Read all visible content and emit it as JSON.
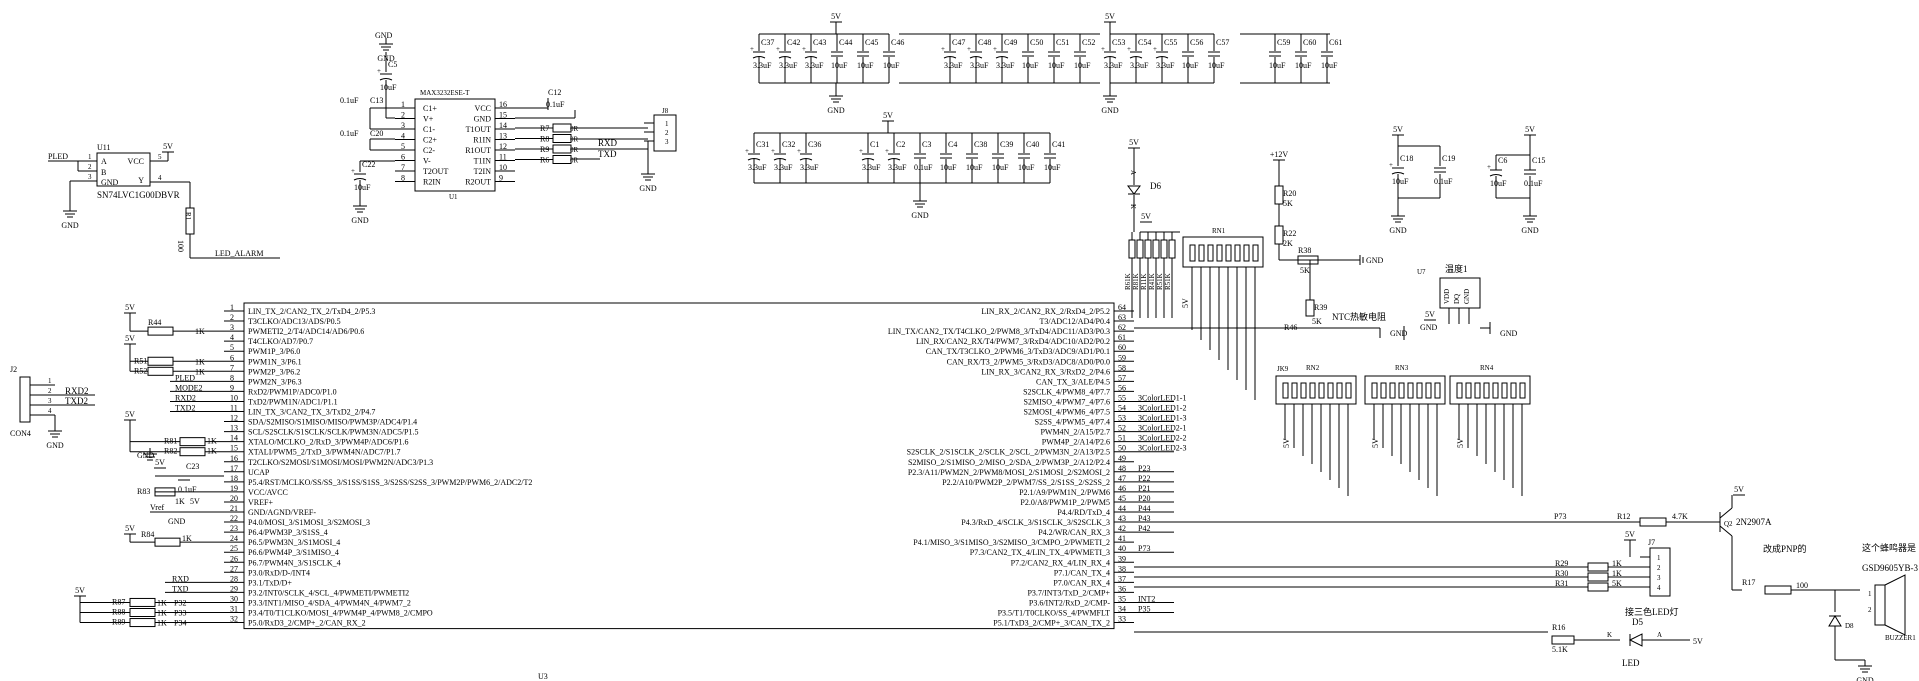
{
  "mcu": {
    "ref": "U3",
    "left_pins": [
      {
        "n": "1",
        "label": "LIN_TX_2/CAN2_TX_2/TxD4_2/P5.3"
      },
      {
        "n": "2",
        "label": "T3CLKO/ADC13/ADS/P0.5"
      },
      {
        "n": "3",
        "label": "PWMETI2_2/T4/ADC14/AD6/P0.6"
      },
      {
        "n": "4",
        "label": "T4CLKO/AD7/P0.7"
      },
      {
        "n": "5",
        "label": "PWM1P_3/P6.0"
      },
      {
        "n": "6",
        "label": "PWM1N_3/P6.1"
      },
      {
        "n": "7",
        "label": "PWM2P_3/P6.2"
      },
      {
        "n": "8",
        "label": "PWM2N_3/P6.3"
      },
      {
        "n": "9",
        "label": "RxD2/PWM1P/ADC0/P1.0"
      },
      {
        "n": "10",
        "label": "TxD2/PWM1N/ADC1/P1.1"
      },
      {
        "n": "11",
        "label": "LIN_TX_3/CAN2_TX_3/TxD2_2/P4.7"
      },
      {
        "n": "12",
        "label": "SDA/S2MISO/S1MISO/MISO/PWM3P/ADC4/P1.4"
      },
      {
        "n": "13",
        "label": "SCL/S2SCLK/S1SCLK/SCLK/PWM3N/ADC5/P1.5"
      },
      {
        "n": "14",
        "label": "XTALO/MCLKO_2/RxD_3/PWM4P/ADC6/P1.6"
      },
      {
        "n": "15",
        "label": "XTALI/PWM5_2/TxD_3/PWM4N/ADC7/P1.7"
      },
      {
        "n": "16",
        "label": "T2CLKO/S2MOSI/S1MOSI/MOSI/PWM2N/ADC3/P1.3"
      },
      {
        "n": "17",
        "label": "UCAP"
      },
      {
        "n": "18",
        "label": "P5.4/RST/MCLKO/SS/SS_3/S1SS/S1SS_3/S2SS/S2SS_3/PWM2P/PWM6_2/ADC2/T2"
      },
      {
        "n": "19",
        "label": "VCC/AVCC"
      },
      {
        "n": "20",
        "label": "VREF+"
      },
      {
        "n": "21",
        "label": "GND/AGND/VREF-"
      },
      {
        "n": "22",
        "label": "P4.0/MOSI_3/S1MOSI_3/S2MOSI_3"
      },
      {
        "n": "23",
        "label": "P6.4/PWM3P_3/S1SS_4"
      },
      {
        "n": "24",
        "label": "P6.5/PWM3N_3/S1MOSI_4"
      },
      {
        "n": "25",
        "label": "P6.6/PWM4P_3/S1MISO_4"
      },
      {
        "n": "26",
        "label": "P6.7/PWM4N_3/S1SCLK_4"
      },
      {
        "n": "27",
        "label": "P3.0/RxD/D-/INT4"
      },
      {
        "n": "28",
        "label": "P3.1/TxD/D+"
      },
      {
        "n": "29",
        "label": "P3.2/INT0/SCLK_4/SCL_4/PWMETI/PWMETI2"
      },
      {
        "n": "30",
        "label": "P3.3/INT1/MISO_4/SDA_4/PWM4N_4/PWM7_2"
      },
      {
        "n": "31",
        "label": "P3.4/T0/T1CLKO/MOSI_4/PWM4P_4/PWM8_2/CMPO"
      },
      {
        "n": "32",
        "label": "P5.0/RxD3_2/CMP+_2/CAN_RX_2"
      }
    ],
    "right_pins": [
      {
        "n": "64",
        "label": "LIN_RX_2/CAN2_RX_2/RxD4_2/P5.2"
      },
      {
        "n": "63",
        "label": "T3/ADC12/AD4/P0.4"
      },
      {
        "n": "62",
        "label": "LIN_TX/CAN2_TX/T4CLKO_2/PWM8_3/TxD4/ADC11/AD3/P0.3"
      },
      {
        "n": "61",
        "label": "LIN_RX/CAN2_RX/T4/PWM7_3/RxD4/ADC10/AD2/P0.2"
      },
      {
        "n": "60",
        "label": "CAN_TX/T3CLKO_2/PWM6_3/TxD3/ADC9/AD1/P0.1"
      },
      {
        "n": "59",
        "label": "CAN_RX/T3_2/PWM5_3/RxD3/ADC8/AD0/P0.0"
      },
      {
        "n": "58",
        "label": "LIN_RX_3/CAN2_RX_3/RxD2_2/P4.6"
      },
      {
        "n": "57",
        "label": "CAN_TX_3/ALE/P4.5"
      },
      {
        "n": "56",
        "label": "S2SCLK_4/PWM8_4/P7.7"
      },
      {
        "n": "55",
        "label": "S2MISO_4/PWM7_4/P7.6"
      },
      {
        "n": "54",
        "label": "S2MOSI_4/PWM6_4/P7.5"
      },
      {
        "n": "53",
        "label": "S2SS_4/PWM5_4/P7.4"
      },
      {
        "n": "52",
        "label": "PWM4N_2/A15/P2.7"
      },
      {
        "n": "51",
        "label": "PWM4P_2/A14/P2.6"
      },
      {
        "n": "50",
        "label": "S2SCLK_2/S1SCLK_2/SCLK_2/SCL_2/PWM3N_2/A13/P2.5"
      },
      {
        "n": "49",
        "label": "S2MISO_2/S1MISO_2/MISO_2/SDA_2/PWM3P_2/A12/P2.4"
      },
      {
        "n": "48",
        "label": "P2.3/A11/PWM2N_2/PWM8/MOSI_2/S1MOSI_2/S2MOSI_2"
      },
      {
        "n": "47",
        "label": "P2.2/A10/PWM2P_2/PWM7/SS_2/S1SS_2/S2SS_2"
      },
      {
        "n": "46",
        "label": "P2.1/A9/PWM1N_2/PWM6"
      },
      {
        "n": "45",
        "label": "P2.0/A8/PWM1P_2/PWM5"
      },
      {
        "n": "44",
        "label": "P4.4/RD/TxD_4"
      },
      {
        "n": "43",
        "label": "P4.3/RxD_4/SCLK_3/S1SCLK_3/S2SCLK_3"
      },
      {
        "n": "42",
        "label": "P4.2/WR/CAN_RX_3"
      },
      {
        "n": "41",
        "label": "P4.1/MISO_3/S1MISO_3/S2MISO_3/CMPO_2/PWMETI_2"
      },
      {
        "n": "40",
        "label": "P7.3/CAN2_TX_4/LIN_TX_4/PWMETI_3"
      },
      {
        "n": "39",
        "label": "P7.2/CAN2_RX_4/LIN_RX_4"
      },
      {
        "n": "38",
        "label": "P7.1/CAN_TX_4"
      },
      {
        "n": "37",
        "label": "P7.0/CAN_RX_4"
      },
      {
        "n": "36",
        "label": "P3.7/INT3/TxD_2/CMP+"
      },
      {
        "n": "35",
        "label": "P3.6/INT2/RxD_2/CMP-"
      },
      {
        "n": "34",
        "label": "P3.5/T1/T0CLKO/SS_4/PWMFLT"
      },
      {
        "n": "33",
        "label": "P5.1/TxD3_2/CMP+_3/CAN_TX_2"
      }
    ],
    "left_nets": [
      "PLED",
      "MODE2",
      "RXD2",
      "TXD2",
      "RXD",
      "TXD",
      "P32",
      "P33",
      "P34",
      "Vref"
    ],
    "right_nets": [
      {
        "pin": "55",
        "net": "3ColorLED1-1"
      },
      {
        "pin": "54",
        "net": "3ColorLED1-2"
      },
      {
        "pin": "53",
        "net": "3ColorLED1-3"
      },
      {
        "pin": "52",
        "net": "3ColorLED2-1"
      },
      {
        "pin": "51",
        "net": "3ColorLED2-2"
      },
      {
        "pin": "50",
        "net": "3ColorLED2-3"
      },
      {
        "pin": "48",
        "net": "P23"
      },
      {
        "pin": "47",
        "net": "P22"
      },
      {
        "pin": "46",
        "net": "P21"
      },
      {
        "pin": "45",
        "net": "P20"
      },
      {
        "pin": "44",
        "net": "P44"
      },
      {
        "pin": "43",
        "net": "P43"
      },
      {
        "pin": "42",
        "net": "P42"
      },
      {
        "pin": "40",
        "net": "P73"
      },
      {
        "pin": "35",
        "net": "INT2"
      },
      {
        "pin": "34",
        "net": "P35"
      }
    ]
  },
  "left_resistors": [
    {
      "ref": "R44",
      "value": "1K"
    },
    {
      "ref": "R51",
      "value": "1K"
    },
    {
      "ref": "R52",
      "value": "1K"
    },
    {
      "ref": "R81",
      "value": "1K"
    },
    {
      "ref": "R82",
      "value": "1K"
    },
    {
      "ref": "R83",
      "value": "1K"
    },
    {
      "ref": "R84",
      "value": "1K"
    },
    {
      "ref": "R87",
      "value": "1K"
    },
    {
      "ref": "R88",
      "value": "1K"
    },
    {
      "ref": "R89",
      "value": "1K"
    }
  ],
  "c23": {
    "ref": "C23",
    "value": "0.1uF"
  },
  "max232": {
    "ref": "U1",
    "part": "MAX3232ESE-T",
    "pins_left": [
      "C1+",
      "V+",
      "C1-",
      "C2+",
      "C2-",
      "V-",
      "T2OUT",
      "R2IN"
    ],
    "pins_right": [
      "VCC",
      "GND",
      "T1OUT",
      "R1IN",
      "R1OUT",
      "T1IN",
      "T2IN",
      "R2OUT"
    ],
    "caps": [
      {
        "ref": "C5",
        "value": "10uF"
      },
      {
        "ref": "C13",
        "value": "0.1uF"
      },
      {
        "ref": "C20",
        "value": "0.1uF"
      },
      {
        "ref": "C22",
        "value": "10uF"
      },
      {
        "ref": "C12",
        "value": "0.1uF"
      }
    ],
    "resistors": [
      "R7",
      "R8",
      "R9",
      "R6"
    ],
    "res_value": "0R",
    "connector": "J8",
    "nets": [
      "RXD",
      "TXD"
    ]
  },
  "u11": {
    "ref": "U11",
    "part": "SN74LVC1G00DBVR",
    "pins": [
      "A",
      "B",
      "GND",
      "VCC",
      "Y"
    ],
    "in_net": "PLED",
    "r": "R1",
    "r_value": "100",
    "out_net": "LED_ALARM"
  },
  "j2": {
    "ref": "J2",
    "name": "CON4",
    "nets": [
      "RXD2",
      "TXD2"
    ]
  },
  "caps_top_a": [
    {
      "ref": "C37",
      "value": "3.3uF"
    },
    {
      "ref": "C42",
      "value": "3.3uF"
    },
    {
      "ref": "C43",
      "value": "3.3uF"
    },
    {
      "ref": "C44",
      "value": "10uF"
    },
    {
      "ref": "C45",
      "value": "10uF"
    },
    {
      "ref": "C46",
      "value": "10uF"
    }
  ],
  "caps_top_b": [
    {
      "ref": "C47",
      "value": "3.3uF"
    },
    {
      "ref": "C48",
      "value": "3.3uF"
    },
    {
      "ref": "C49",
      "value": "3.3uF"
    },
    {
      "ref": "C50",
      "value": "10uF"
    },
    {
      "ref": "C51",
      "value": "10uF"
    },
    {
      "ref": "C52",
      "value": "10uF"
    }
  ],
  "caps_top_c": [
    {
      "ref": "C53",
      "value": "3.3uF"
    },
    {
      "ref": "C54",
      "value": "3.3uF"
    },
    {
      "ref": "C55",
      "value": "3.3uF"
    },
    {
      "ref": "C56",
      "value": "10uF"
    },
    {
      "ref": "C57",
      "value": "10uF"
    }
  ],
  "caps_top_d": [
    {
      "ref": "C59",
      "value": "10uF"
    },
    {
      "ref": "C60",
      "value": "10uF"
    },
    {
      "ref": "C61",
      "value": "10uF"
    }
  ],
  "caps_mid_a": [
    {
      "ref": "C31",
      "value": "3.3uF"
    },
    {
      "ref": "C32",
      "value": "3.3uF"
    },
    {
      "ref": "C36",
      "value": "3.3uF"
    }
  ],
  "caps_mid_b": [
    {
      "ref": "C1",
      "value": "3.3uF"
    },
    {
      "ref": "C2",
      "value": "3.3uF"
    },
    {
      "ref": "C3",
      "value": "0.1uF"
    },
    {
      "ref": "C4",
      "value": "10uF"
    },
    {
      "ref": "C38",
      "value": "10uF"
    },
    {
      "ref": "C39",
      "value": "10uF"
    },
    {
      "ref": "C40",
      "value": "10uF"
    },
    {
      "ref": "C41",
      "value": "10uF"
    }
  ],
  "caps_right": [
    {
      "ref": "C18",
      "value": "10uF"
    },
    {
      "ref": "C19",
      "value": "0.1uF"
    },
    {
      "ref": "C6",
      "value": "10uF"
    },
    {
      "ref": "C15",
      "value": "0.1uF"
    }
  ],
  "d6": {
    "ref": "D6",
    "pins": [
      "A",
      "K"
    ]
  },
  "rn": [
    "RN1",
    "RN2",
    "RN3",
    "RN4"
  ],
  "rn1_res": [
    "R6",
    "R8",
    "R1",
    "R4",
    "R5",
    "R5"
  ],
  "rn1_res_value": "1K",
  "jk": "JK9",
  "ntc": {
    "r20": "R20",
    "r20_value": "5K",
    "r22": "R22",
    "r22_value": "2K",
    "r38": "R38",
    "r38_value": "5K",
    "r39": "R39",
    "r39_value": "5K",
    "r46": "R46",
    "label": "NTC热敏电阻",
    "vcc": "+12V"
  },
  "temp": {
    "ref": "U7",
    "label": "温度1",
    "pins": [
      "VDD",
      "DQ",
      "GND"
    ]
  },
  "rgb": {
    "j7": "J7",
    "pins": [
      "1",
      "2",
      "3",
      "4"
    ],
    "res": [
      {
        "ref": "R29",
        "value": "1K"
      },
      {
        "ref": "R30",
        "value": "1K"
      },
      {
        "ref": "R31",
        "value": "5K"
      }
    ],
    "label": "接三色LED灯"
  },
  "led": {
    "r16": "R16",
    "r16_value": "5.1K",
    "d5": "D5",
    "label": "LED",
    "k": "K",
    "a": "A"
  },
  "buzzer": {
    "net": "P73",
    "r12": "R12",
    "r12_value": "4.7K",
    "q": "Q2",
    "q_part": "2N2907A",
    "note": "改成PNP的",
    "r17": "R17",
    "r17_value": "100",
    "d8": "D8",
    "bz": "BUZZER1",
    "bz_part": "GSD9605YB-3",
    "bz_note": "这个蜂鸣器是"
  },
  "power": {
    "vcc": "5V",
    "gnd": "GND"
  }
}
